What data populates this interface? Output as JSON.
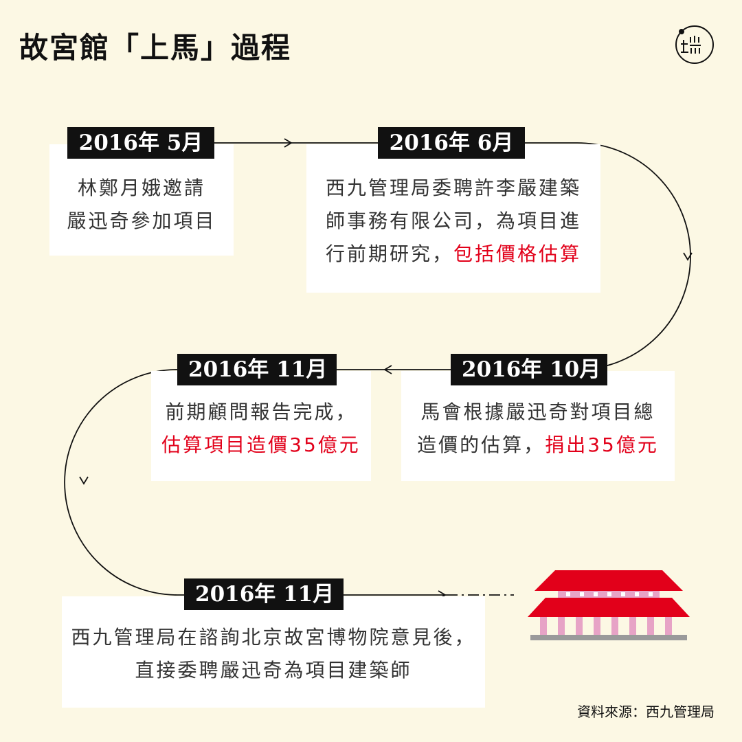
{
  "title": "故宮館「上馬」過程",
  "logo_text": "端",
  "source": "資料來源：西九管理局",
  "colors": {
    "background": "#fcf8e4",
    "highlight": "#e2001a",
    "tag": "#111111",
    "roof": "#e2001a",
    "pillar": "#e7a3c6"
  },
  "events": [
    {
      "date": "2016年 5月",
      "lines": [
        {
          "text": "林鄭月娥邀請",
          "hl": ""
        },
        {
          "text": "嚴迅奇參加項目",
          "hl": ""
        }
      ]
    },
    {
      "date": "2016年 6月",
      "lines": [
        {
          "text": "西九管理局委聘許李嚴建築",
          "hl": ""
        },
        {
          "text": "師事務有限公司，為項目進",
          "hl": ""
        },
        {
          "text": "行前期研究，",
          "hl": "包括價格估算"
        }
      ]
    },
    {
      "date": "2016年 10月",
      "lines": [
        {
          "text": "馬會根據嚴迅奇對項目總",
          "hl": ""
        },
        {
          "text": "造價的估算，",
          "hl": "捐出35億元"
        }
      ]
    },
    {
      "date": "2016年 11月",
      "lines": [
        {
          "text": "前期顧問報告完成，",
          "hl": ""
        },
        {
          "text": "",
          "hl": "估算項目造價35億元"
        }
      ]
    },
    {
      "date": "2016年 11月",
      "lines": [
        {
          "text": "西九管理局在諮詢北京故宮博物院意見後，",
          "hl": ""
        },
        {
          "text": "直接委聘嚴迅奇為項目建築師",
          "hl": ""
        }
      ]
    }
  ]
}
